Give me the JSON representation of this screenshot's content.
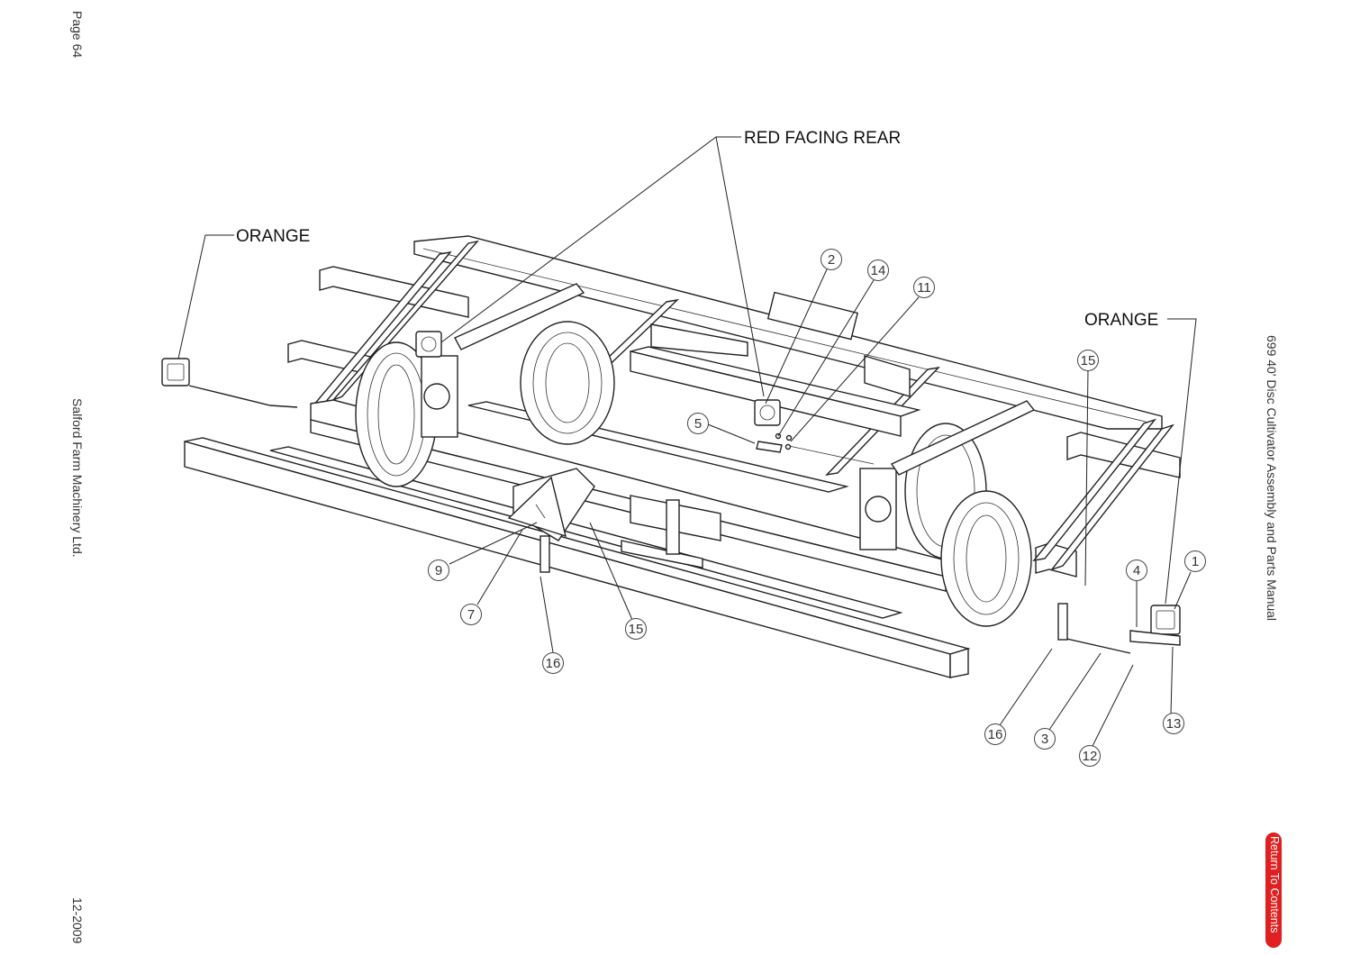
{
  "header": {
    "page_number": "Page 64",
    "company": "Salford Farm Machinery Ltd.",
    "date": "12-2009",
    "manual_title": "699 40' Disc Cultivator Assembly and Parts Manual"
  },
  "nav": {
    "return_label": "Return To Contents"
  },
  "notes": {
    "red_facing_rear": "RED FACING REAR",
    "orange_left": "ORANGE",
    "orange_right": "ORANGE"
  },
  "callouts": [
    "2",
    "14",
    "11",
    "5",
    "15",
    "9",
    "7",
    "15",
    "16",
    "4",
    "1",
    "16",
    "3",
    "12",
    "13"
  ]
}
